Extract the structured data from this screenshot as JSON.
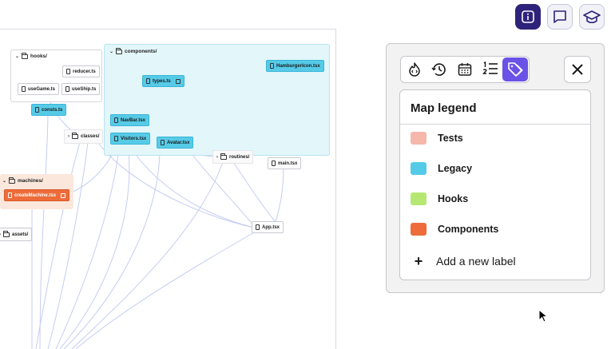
{
  "toolbar": {
    "buttons": [
      {
        "icon": "info-icon",
        "active": true
      },
      {
        "icon": "chat-bubble-icon",
        "active": false
      },
      {
        "icon": "graduation-cap-icon",
        "active": false
      }
    ]
  },
  "graph": {
    "folders": {
      "hooks": "hooks/",
      "components": "components/",
      "classes": "classes/",
      "routines": "routines/",
      "machines": "machines/",
      "assets": "assets/"
    },
    "files": {
      "reducer": "reducer.ts",
      "useGame": "useGame.ts",
      "useShip": "useShip.ts",
      "consts": "consts.ts",
      "types": "types.ts",
      "hamburgerIcon": "HamburgerIcon.tsx",
      "navBar": "NavBar.tsx",
      "visitors": "Visitors.tsx",
      "avatar": "Avatar.tsx",
      "createMachine": "createMachine.tsx",
      "main": "main.tsx",
      "app": "App.tsx"
    }
  },
  "panel": {
    "tabs": [
      {
        "icon": "fire-code-icon",
        "active": false
      },
      {
        "icon": "clock-history-icon",
        "active": false
      },
      {
        "icon": "calendar-icon",
        "active": false
      },
      {
        "icon": "numbered-list-icon",
        "active": false
      },
      {
        "icon": "tag-icon",
        "active": true
      }
    ],
    "legend": {
      "title": "Map legend",
      "items": [
        {
          "label": "Tests",
          "color": "#f5b7ab"
        },
        {
          "label": "Legacy",
          "color": "#56cbe8"
        },
        {
          "label": "Hooks",
          "color": "#b7e773"
        },
        {
          "label": "Components",
          "color": "#ed6c3a"
        }
      ],
      "add_label": "Add a new label"
    }
  },
  "colors": {
    "accent": "#6a52e6",
    "toolbar_active": "#2e237a",
    "edge": "#c5cdf2"
  }
}
